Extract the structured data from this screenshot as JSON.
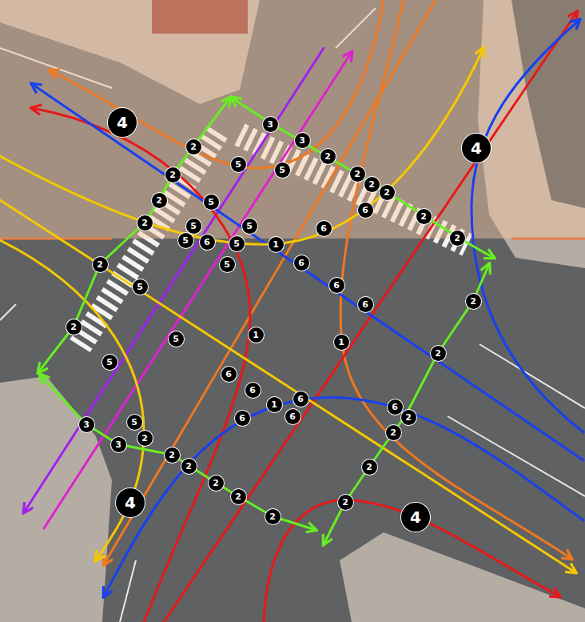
{
  "diagram": {
    "labels": [
      "4",
      "3",
      "3",
      "2",
      "4",
      "2",
      "5",
      "5",
      "2",
      "2",
      "2",
      "2",
      "2",
      "5",
      "6",
      "2",
      "2",
      "5",
      "5",
      "6",
      "2",
      "5",
      "6",
      "5",
      "1",
      "6",
      "5",
      "2",
      "6",
      "5",
      "6",
      "2",
      "2",
      "1",
      "5",
      "1",
      "2",
      "5",
      "6",
      "6",
      "6",
      "1",
      "6",
      "2",
      "6",
      "6",
      "5",
      "3",
      "2",
      "2",
      "3",
      "2",
      "2",
      "2",
      "2",
      "2",
      "2",
      "4",
      "2",
      "4"
    ]
  }
}
